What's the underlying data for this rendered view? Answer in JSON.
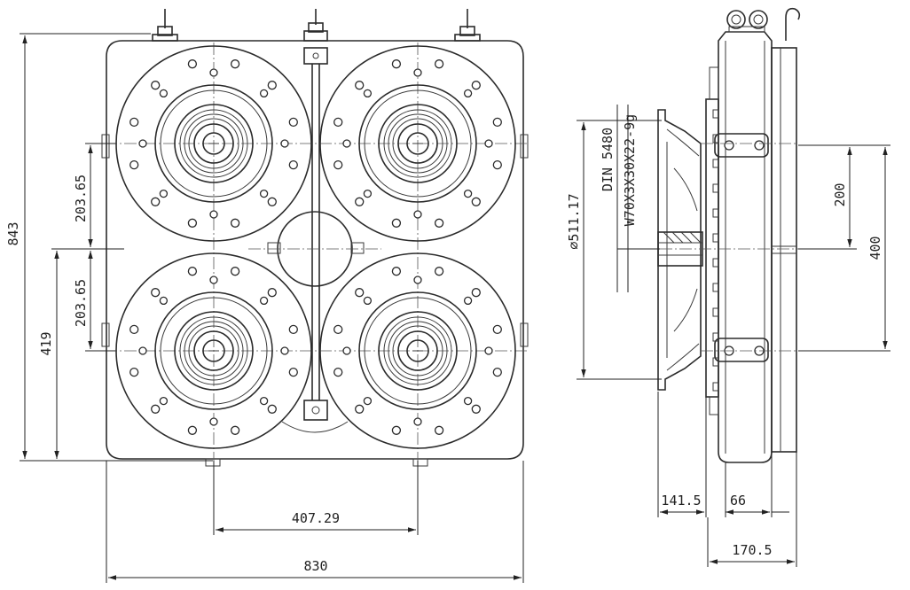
{
  "dimensions": {
    "overall_width": "830",
    "overall_height": "843",
    "height_419": "419",
    "pitch_vertical_upper": "203.65",
    "pitch_vertical_lower": "203.65",
    "pitch_horizontal": "407.29",
    "diameter": "⌀511.17",
    "spline_standard": "DIN 5480",
    "spline_spec": "W70X3X30X22-9g",
    "spacing_200": "200",
    "spacing_400": "400",
    "offset_141": "141.5",
    "thickness_66": "66",
    "depth_170": "170.5"
  },
  "colors": {
    "line": "#2b2b2b",
    "background": "#ffffff"
  }
}
